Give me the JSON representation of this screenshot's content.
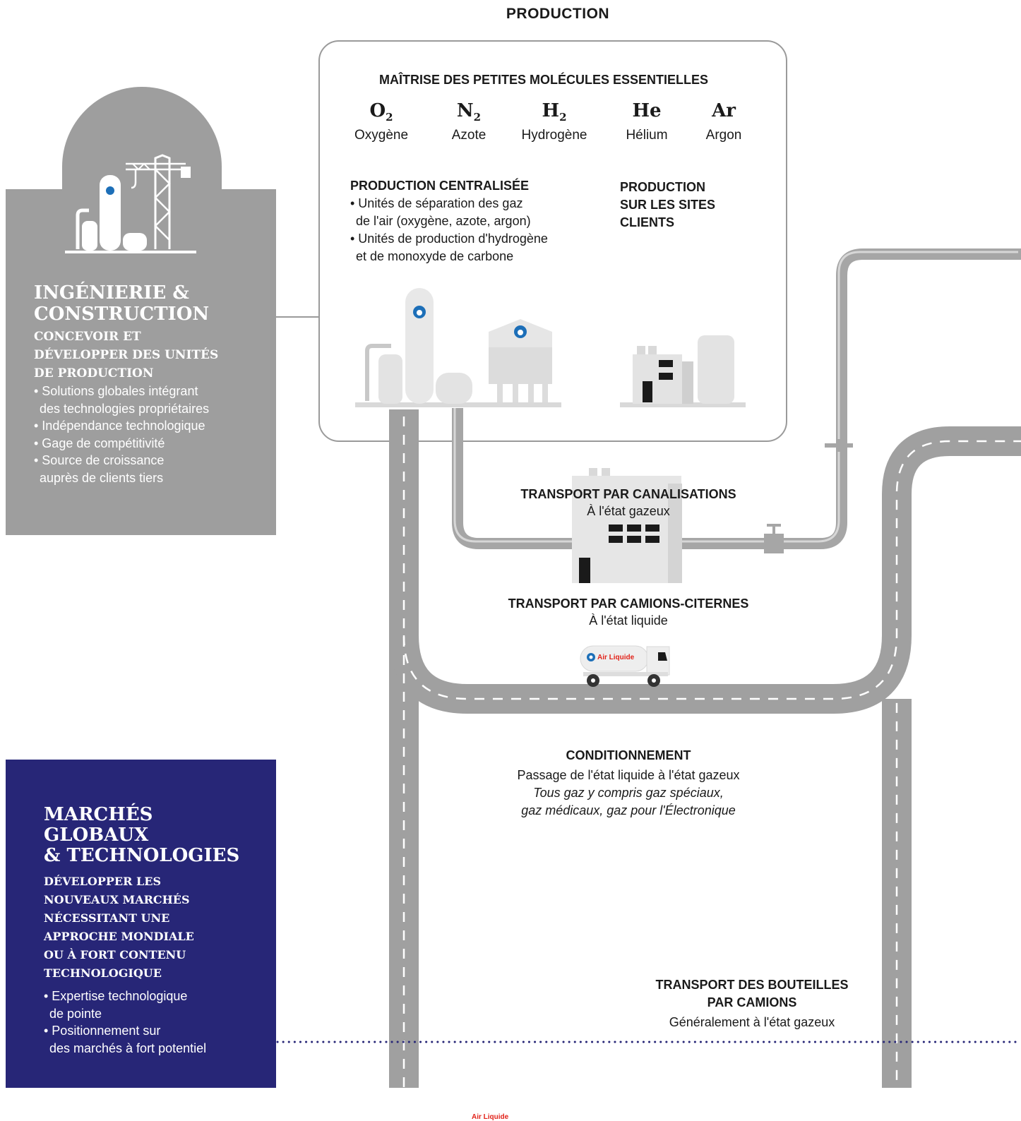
{
  "heading": "PRODUCTION",
  "molecules": {
    "title": "MAÎTRISE DES PETITES MOLÉCULES ESSENTIELLES",
    "items": [
      {
        "base": "O",
        "sub": "2",
        "name": "Oxygène"
      },
      {
        "base": "N",
        "sub": "2",
        "name": "Azote"
      },
      {
        "base": "H",
        "sub": "2",
        "name": "Hydrogène"
      },
      {
        "base": "He",
        "sub": "",
        "name": "Hélium"
      },
      {
        "base": "Ar",
        "sub": "",
        "name": "Argon"
      }
    ]
  },
  "centralized": {
    "title": "PRODUCTION CENTRALISÉE",
    "bullets": [
      "• Unités de séparation des gaz",
      "  de l'air (oxygène, azote, argon)",
      "• Unités de production d'hydrogène",
      "  et de monoxyde de carbone"
    ]
  },
  "onsite": {
    "lines": [
      "PRODUCTION",
      "SUR LES SITES",
      "CLIENTS"
    ]
  },
  "engineering": {
    "title_lines": [
      "INGÉNIERIE &",
      "CONSTRUCTION"
    ],
    "subtitle_lines": [
      "CONCEVOIR ET",
      "DÉVELOPPER DES UNITÉS",
      "DE PRODUCTION"
    ],
    "bullets": [
      "• Solutions globales intégrant",
      "  des technologies propriétaires",
      "• Indépendance technologique",
      "• Gage de compétitivité",
      "• Source de croissance",
      "  auprès de clients tiers"
    ]
  },
  "global_markets": {
    "title_lines": [
      "MARCHÉS",
      "GLOBAUX",
      "& TECHNOLOGIES"
    ],
    "subtitle_lines": [
      "DÉVELOPPER LES",
      "NOUVEAUX MARCHÉS",
      "NÉCESSITANT UNE",
      "APPROCHE MONDIALE",
      "OU À FORT CONTENU",
      "TECHNOLOGIQUE"
    ],
    "bullets": [
      "• Expertise technologique",
      "  de pointe",
      "• Positionnement sur",
      "  des marchés  à fort potentiel"
    ]
  },
  "transport_pipeline": {
    "title": "TRANSPORT PAR CANALISATIONS",
    "subtitle": "À l'état gazeux"
  },
  "transport_trucks": {
    "title": "TRANSPORT PAR CAMIONS-CITERNES",
    "subtitle": "À l'état liquide"
  },
  "conditioning": {
    "title": "CONDITIONNEMENT",
    "subtitle": "Passage de l'état liquide à l'état gazeux",
    "italic_lines": [
      "Tous gaz y compris gaz spéciaux,",
      "gaz médicaux, gaz pour l'Électronique"
    ]
  },
  "transport_bottles": {
    "title_lines": [
      "TRANSPORT DES BOUTEILLES",
      "PAR CAMIONS"
    ],
    "subtitle": "Généralement à l'état gazeux"
  },
  "brand": {
    "logo_text": "Air Liquide",
    "small_logo_text": "Air Liquide"
  },
  "colors": {
    "grey_panel": "#9e9e9e",
    "navy_panel": "#272677",
    "road": "#a0a0a0",
    "brand_blue": "#1d6fb8",
    "brand_red": "#e2231a",
    "cylinder_cyan": "#29b6e6"
  }
}
